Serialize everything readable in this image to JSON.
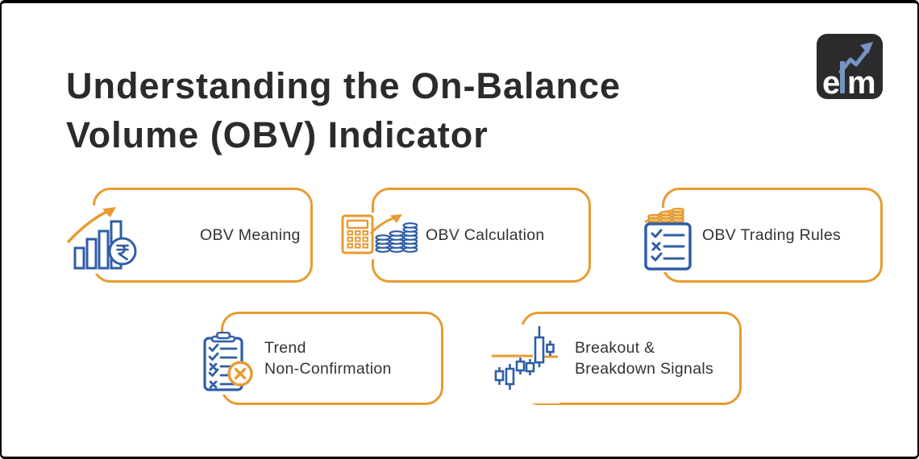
{
  "title": {
    "line1": "Understanding the On-Balance",
    "line2": "Volume (OBV) Indicator"
  },
  "logo": {
    "name": "elm",
    "e": "e",
    "l": "l",
    "m": "m",
    "arrow_icon": "uptrend-arrow-icon"
  },
  "cards": [
    {
      "label": "OBV Meaning",
      "icon": "bar-chart-rupee-icon"
    },
    {
      "label": "OBV Calculation",
      "icon": "calculator-coins-icon"
    },
    {
      "label": "OBV Trading Rules",
      "icon": "checklist-coins-icon"
    },
    {
      "label_line1": "Trend",
      "label_line2": "Non-Confirmation",
      "icon": "clipboard-cross-icon"
    },
    {
      "label_line1": "Breakout &",
      "label_line2": "Breakdown Signals",
      "icon": "candlestick-breakout-icon"
    }
  ],
  "colors": {
    "accent_orange": "#E89B30",
    "icon_blue": "#2F5EA5",
    "title_text": "#2B2B2B",
    "label_text": "#333333",
    "logo_bg": "#2B2B2D",
    "logo_blue": "#7693C2",
    "coin_fill": "#F5C97E",
    "coin_stroke": "#DE9327",
    "frame": "#000000",
    "background": "#FFFFFF"
  }
}
